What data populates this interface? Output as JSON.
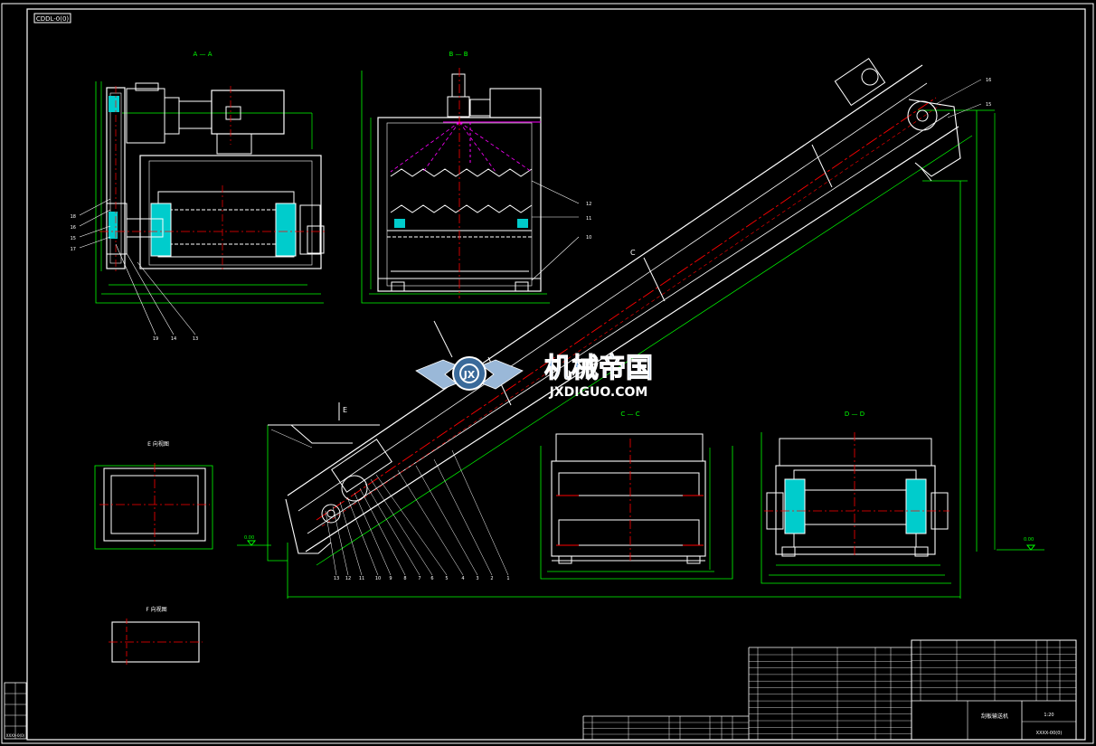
{
  "drawing": {
    "frame_code": "CDDL-0(0)",
    "bottom_code": "XXXX-0(0)",
    "colors": {
      "background": "#000000",
      "frame": "#ffffff",
      "outline": "#ffffff",
      "dimension": "#00ff00",
      "centerline": "#ff0000",
      "hidden": "#ff00ff",
      "hatch": "#00ffff"
    }
  },
  "views": {
    "view_aa": {
      "label": "A — A"
    },
    "view_bb": {
      "label": "B — B"
    },
    "view_cc": {
      "label": "C — C"
    },
    "view_dd": {
      "label": "D — D"
    },
    "view_e": {
      "label": "E 向视图"
    },
    "view_f": {
      "label": "F 向视图"
    }
  },
  "markers": {
    "c_arrow": "C",
    "e_arrow": "E",
    "elev_left": "0.00",
    "elev_right": "0.00"
  },
  "balloons": {
    "aa": [
      "18",
      "16",
      "15",
      "17",
      "19",
      "14",
      "13"
    ],
    "bb": [
      "12",
      "11",
      "10"
    ],
    "conveyor_bottom": [
      "13",
      "12",
      "11",
      "10",
      "9",
      "8",
      "7",
      "6",
      "5",
      "4",
      "3",
      "2",
      "1"
    ],
    "conveyor_top": [
      "16",
      "15"
    ]
  },
  "watermark": {
    "logo_text": "JX",
    "cn": "机械帝国",
    "en": "JXDIGUO.COM"
  },
  "title_block": {
    "drawing_name": "刮板输送机",
    "scale": "1:20",
    "drawing_no": "XXXX-00(0)"
  }
}
